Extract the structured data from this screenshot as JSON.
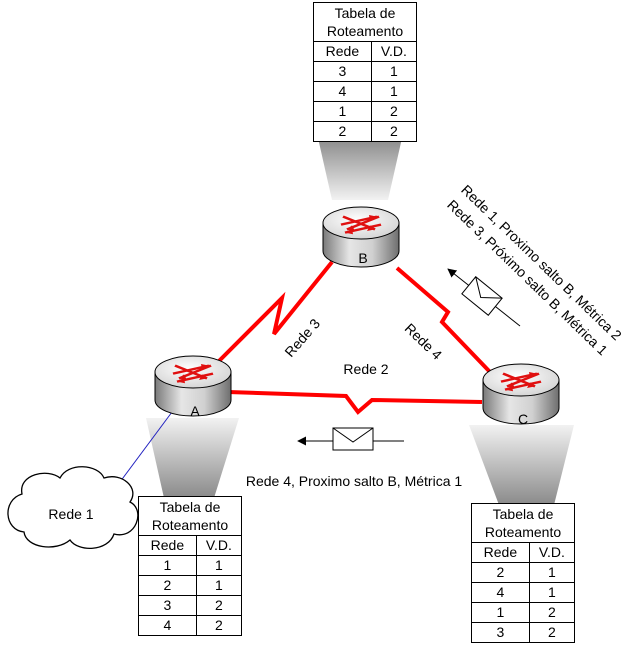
{
  "tables": {
    "B": {
      "title_line1": "Tabela de",
      "title_line2": "Roteamento",
      "col_net": "Rede",
      "col_cost": "V.D.",
      "rows": [
        [
          "3",
          "1"
        ],
        [
          "4",
          "1"
        ],
        [
          "1",
          "2"
        ],
        [
          "2",
          "2"
        ]
      ]
    },
    "A": {
      "title_line1": "Tabela de",
      "title_line2": "Roteamento",
      "col_net": "Rede",
      "col_cost": "V.D.",
      "rows": [
        [
          "1",
          "1"
        ],
        [
          "2",
          "1"
        ],
        [
          "3",
          "2"
        ],
        [
          "4",
          "2"
        ]
      ]
    },
    "C": {
      "title_line1": "Tabela de",
      "title_line2": "Roteamento",
      "col_net": "Rede",
      "col_cost": "V.D.",
      "rows": [
        [
          "2",
          "1"
        ],
        [
          "4",
          "1"
        ],
        [
          "1",
          "2"
        ],
        [
          "3",
          "2"
        ]
      ]
    }
  },
  "routers": {
    "A": "A",
    "B": "B",
    "C": "C"
  },
  "networks": {
    "rede1": "Rede 1",
    "rede2": "Rede 2",
    "rede3": "Rede 3",
    "rede4": "Rede 4"
  },
  "messages": {
    "msg_b_line1": "Rede 1, Proximo salto B, Métrica 2",
    "msg_b_line2": "Rede 3, Próximo salto B, Métrica 1",
    "msg_c": "Rede 4, Proximo salto B, Métrica 1"
  },
  "colors": {
    "link": "#ff0000",
    "arrow": "#e01010",
    "lan": "#2020c0"
  },
  "icons": {
    "router": "router-icon",
    "envelope": "envelope-icon",
    "cloud": "cloud-icon"
  }
}
